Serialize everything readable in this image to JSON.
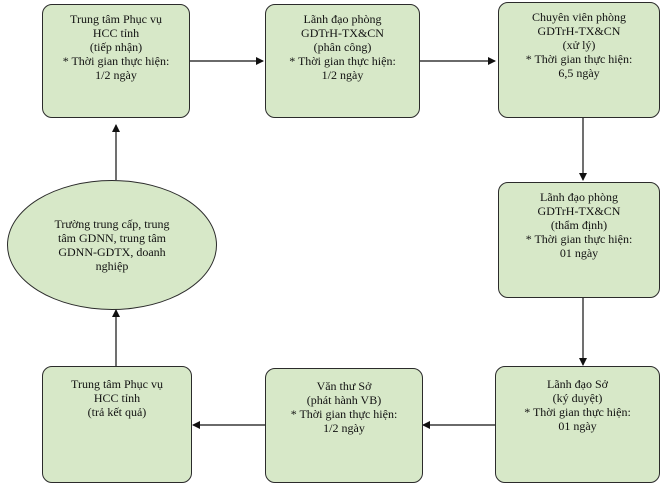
{
  "colors": {
    "node_fill": "#d7e8c8",
    "node_border": "#2b2b2b",
    "arrow": "#111111",
    "text": "#111111"
  },
  "nodes": {
    "reception": [
      "Trung tâm Phục vụ",
      "HCC tỉnh",
      "(tiếp nhận)",
      "* Thời gian thực hiện:",
      "1/2 ngày"
    ],
    "dept_lead_assign": [
      "Lãnh đạo phòng",
      "GDTrH-TX&CN",
      "(phân công)",
      "* Thời gian thực hiện:",
      "1/2 ngày"
    ],
    "specialist": [
      "Chuyên viên phòng",
      "GDTrH-TX&CN",
      "(xử lý)",
      "* Thời gian thực hiện:",
      "6,5 ngày"
    ],
    "dept_lead_review": [
      "Lãnh đạo phòng",
      "GDTrH-TX&CN",
      "(thẩm định)",
      "* Thời gian thực hiện:",
      "01 ngày"
    ],
    "director": [
      "Lãnh đạo Sở",
      "(ký duyệt)",
      "* Thời gian thực hiện:",
      "01 ngày"
    ],
    "clerk": [
      "Văn thư Sở",
      "(phát hành VB)",
      "* Thời gian thực hiện:",
      "1/2 ngày"
    ],
    "return_result": [
      "Trung tâm Phục vụ",
      "HCC tỉnh",
      "(trả kết quả)"
    ],
    "school": [
      "Trường trung cấp, trung",
      "tâm GDNN, trung tâm",
      "GDNN-GDTX, doanh",
      "nghiệp"
    ]
  }
}
